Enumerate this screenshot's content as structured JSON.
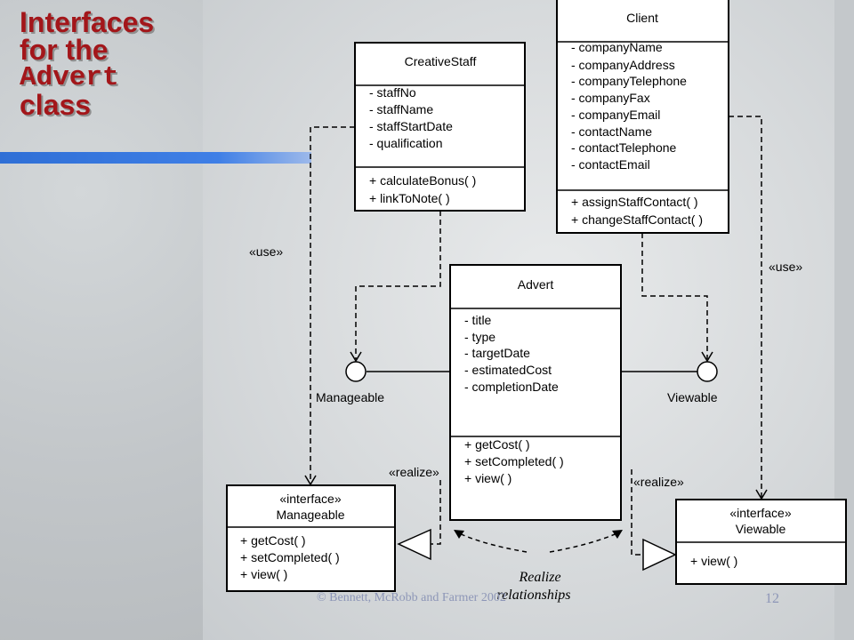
{
  "slide": {
    "title_line1": "Interfaces",
    "title_line2": "for the",
    "title_class": "Advert",
    "title_line4": "class",
    "footer": "© Bennett, McRobb and Farmer 2002",
    "page_number": "12"
  },
  "classes": {
    "creative_staff": {
      "name": "CreativeStaff",
      "attributes": [
        "- staffNo",
        "- staffName",
        "- staffStartDate",
        "- qualification"
      ],
      "operations": [
        "+ calculateBonus( )",
        "+ linkToNote( )"
      ]
    },
    "client": {
      "name": "Client",
      "attributes": [
        "- companyName",
        "- companyAddress",
        "- companyTelephone",
        "- companyFax",
        "- companyEmail",
        "- contactName",
        "- contactTelephone",
        "- contactEmail"
      ],
      "operations": [
        "+ assignStaffContact( )",
        "+ changeStaffContact( )"
      ]
    },
    "advert": {
      "name": "Advert",
      "attributes": [
        "- title",
        "- type",
        "- targetDate",
        "- estimatedCost",
        "- completionDate"
      ],
      "operations": [
        "+ getCost( )",
        "+ setCompleted( )",
        "+ view( )"
      ]
    },
    "manageable": {
      "stereotype": "«interface»",
      "name": "Manageable",
      "operations": [
        "+ getCost( )",
        "+ setCompleted( )",
        "+ view( )"
      ]
    },
    "viewable": {
      "stereotype": "«interface»",
      "name": "Viewable",
      "operations": [
        "+ view( )"
      ]
    }
  },
  "lollipops": {
    "manageable_label": "Manageable",
    "viewable_label": "Viewable"
  },
  "relations": {
    "use_left": "«use»",
    "use_right": "«use»",
    "realize_left": "«realize»",
    "realize_right": "«realize»",
    "realize_note_line1": "Realize",
    "realize_note_line2": "relationships"
  }
}
